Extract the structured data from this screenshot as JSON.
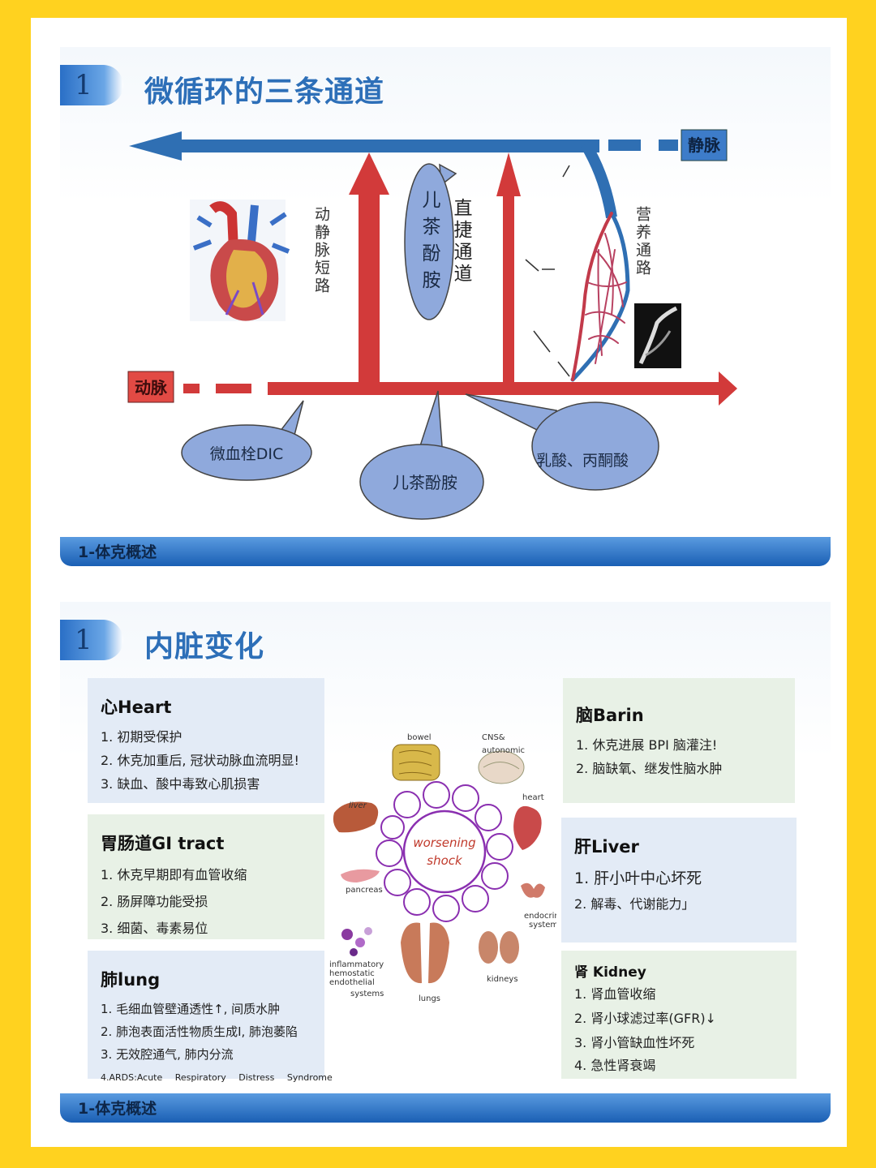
{
  "slide1": {
    "number": "1",
    "title": "微循环的三条通道",
    "labels": {
      "vein": "静脉",
      "artery": "动脉",
      "av_shunt": "动静脉短路",
      "direct_channel": "直捷通道",
      "nutrient_channel": "营养通路",
      "bubble_top": "儿茶酚胺",
      "bubble_dic": "微血栓DIC",
      "bubble_cat": "儿茶酚胺",
      "bubble_lactic": "乳酸、丙酮酸"
    },
    "footer": "1-体克概述"
  },
  "slide2": {
    "number": "1",
    "title": "内脏变化",
    "heart": {
      "title": "心Heart",
      "lines": [
        "1. 初期受保护",
        "2. 休克加重后, 冠状动脉血流明显!",
        "3. 缺血、酸中毒致心肌损害"
      ]
    },
    "gi": {
      "title": "胃肠道GI tract",
      "lines": [
        "1. 休克早期即有血管收缩",
        "2. 肠屏障功能受损",
        "3. 细菌、毒素易位"
      ]
    },
    "lung": {
      "title": "肺lung",
      "lines": [
        "1. 毛细血管壁通透性↑, 间质水肿",
        "2. 肺泡表面活性物质生成I, 肺泡萎陷",
        "3. 无效腔通气, 肺内分流"
      ],
      "ards": "4.ARDS:Acute Respiratory Distress Syndrome"
    },
    "brain": {
      "title": "脑Barin",
      "lines": [
        "1. 休克进展  BPI  脑灌注!",
        "2. 脑缺氧、继发性脑水肿"
      ]
    },
    "liver": {
      "title": "肝Liver",
      "lines": [
        "1. 肝小叶中心坏死",
        "2. 解毒、代谢能力」"
      ]
    },
    "kidney": {
      "title": "肾 Kidney",
      "lines": [
        "1. 肾血管收缩",
        "2. 肾小球滤过率(GFR)↓",
        "3. 肾小管缺血性坏死",
        "4. 急性肾衰竭"
      ]
    },
    "diagram": {
      "center_1": "worsening",
      "center_2": "shock",
      "organs": {
        "bowel": "bowel",
        "cns_1": "CNS&",
        "cns_2": "autonomic",
        "heart": "heart",
        "liver": "liver",
        "pancreas": "pancreas",
        "endocrine_1": "endocrine",
        "endocrine_2": "system",
        "inflam_1": "inflammatory",
        "inflam_2": "hemostatic",
        "inflam_3": "endothelial",
        "inflam_4": "systems",
        "lungs": "lungs",
        "kidneys": "kidneys"
      }
    },
    "footer": "1-体克概述"
  },
  "colors": {
    "artery_red": "#d23a3a",
    "vein_blue": "#2f6fb3",
    "bubble_blue": "#8fa9dc",
    "accent_purple": "#8a2fb0"
  }
}
